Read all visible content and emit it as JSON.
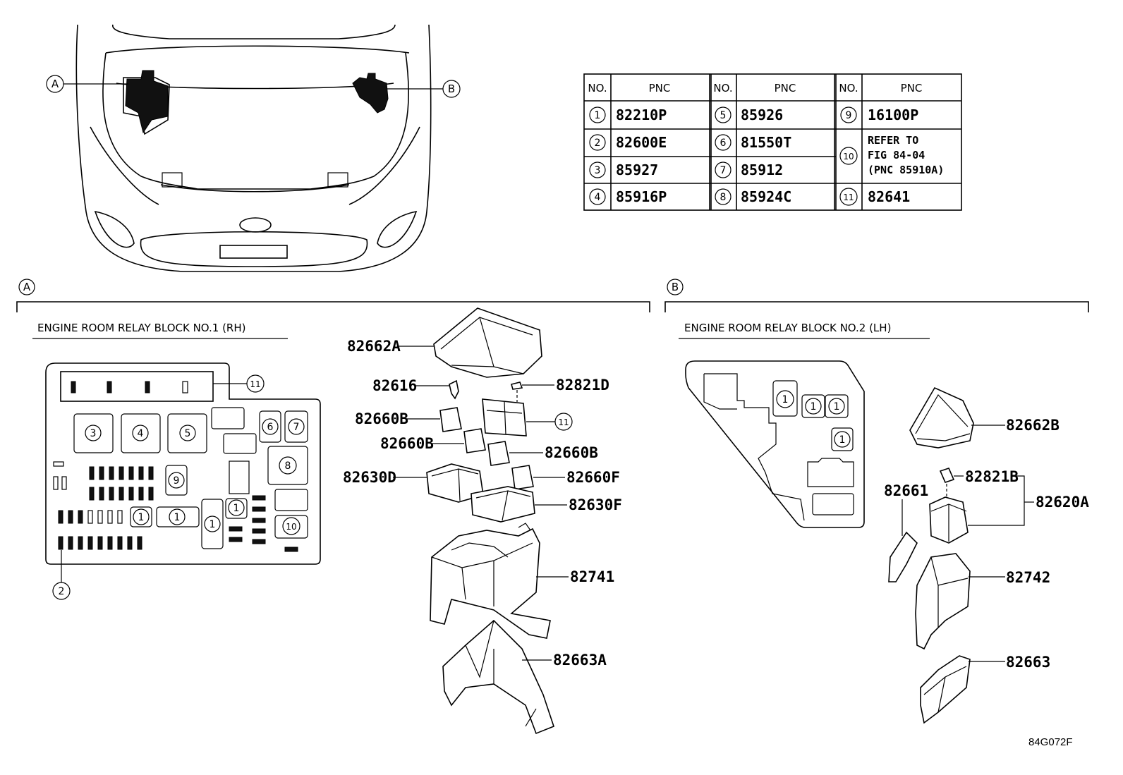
{
  "table": {
    "headers": [
      "NO.",
      "PNC",
      "NO.",
      "PNC",
      "NO.",
      "PNC"
    ],
    "rows": [
      {
        "no1": "1",
        "pnc1": "82210P",
        "no2": "5",
        "pnc2": "85926",
        "no3": "9",
        "pnc3": "16100P"
      },
      {
        "no1": "2",
        "pnc1": "82600E",
        "no2": "6",
        "pnc2": "81550T",
        "no3": "10",
        "pnc3": ""
      },
      {
        "no1": "3",
        "pnc1": "85927",
        "no2": "7",
        "pnc2": "85912",
        "no3": "",
        "pnc3": ""
      },
      {
        "no1": "4",
        "pnc1": "85916P",
        "no2": "8",
        "pnc2": "85924C",
        "no3": "11",
        "pnc3": "82641"
      }
    ],
    "note_lines": [
      "REFER TO",
      "FIG 84-04",
      "(PNC 85910A)"
    ]
  },
  "overview": {
    "callout_a": "A",
    "callout_b": "B"
  },
  "section_a": {
    "marker": "A",
    "title": "ENGINE ROOM RELAY BLOCK NO.1 (RH)",
    "layout_numbers": {
      "n3": "3",
      "n4": "4",
      "n5": "5",
      "n6": "6",
      "n7": "7",
      "n8": "8",
      "n9": "9",
      "n10": "10",
      "n11": "11",
      "n2": "2",
      "n1": "1"
    },
    "parts": {
      "p82662A": "82662A",
      "p82616": "82616",
      "p82821D": "82821D",
      "p82660B_1": "82660B",
      "p82660B_2": "82660B",
      "p82660B_3": "82660B",
      "p82630D": "82630D",
      "p82660F": "82660F",
      "p82630F": "82630F",
      "p82741": "82741",
      "p82663A": "82663A"
    }
  },
  "section_b": {
    "marker": "B",
    "title": "ENGINE ROOM RELAY BLOCK NO.2 (LH)",
    "parts": {
      "p82662B": "82662B",
      "p82661": "82661",
      "p82821B": "82821B",
      "p82620A": "82620A",
      "p82742": "82742",
      "p82663": "82663"
    }
  },
  "figure_code": "84G072F"
}
